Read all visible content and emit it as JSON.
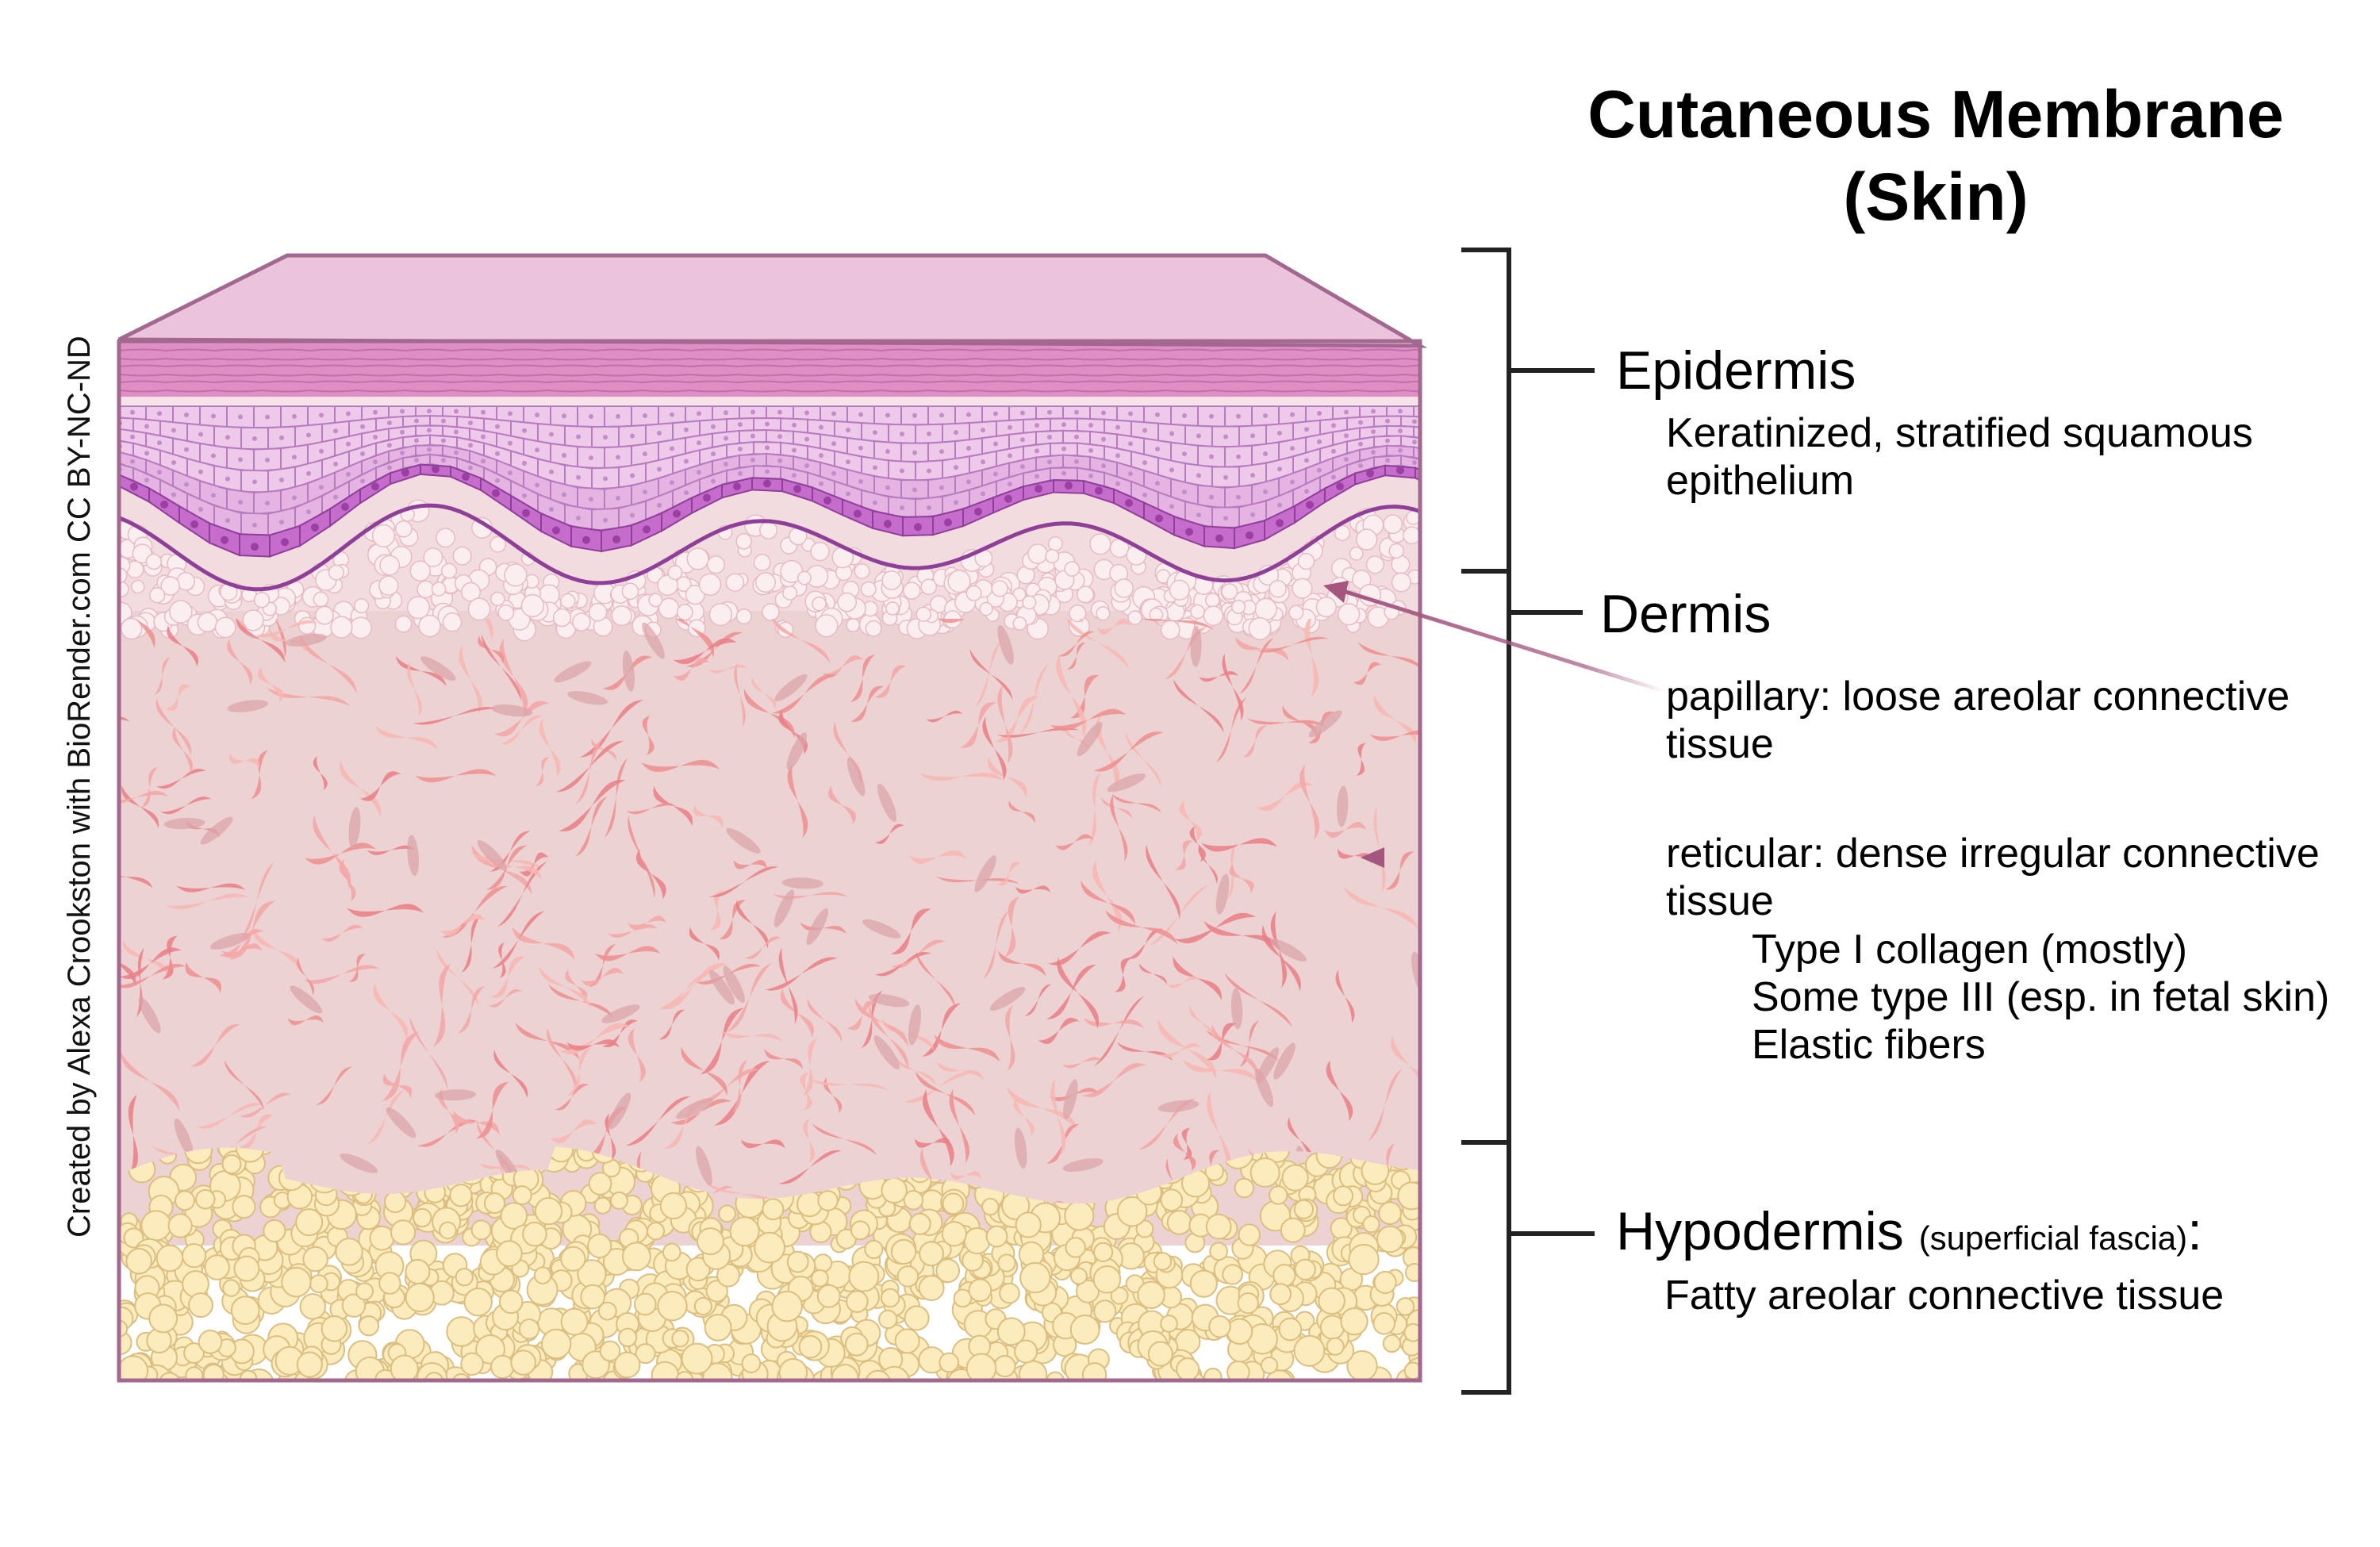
{
  "title": {
    "line1": "Cutaneous Membrane",
    "line2": "(Skin)"
  },
  "credit": "Created by Alexa Crookston with BioRender.com CC BY-NC-ND",
  "epidermis": {
    "name": "Epidermis",
    "description_line1": "Keratinized, stratified squamous",
    "description_line2": "epithelium"
  },
  "dermis": {
    "name": "Dermis",
    "papillary_line1": "papillary: loose areolar connective",
    "papillary_line2": "tissue",
    "reticular_line1": "reticular: dense irregular connective",
    "reticular_line2": "tissue",
    "reticular_items": [
      "Type I collagen (mostly)",
      "Some type III (esp. in fetal skin)",
      "Elastic fibers"
    ]
  },
  "hypodermis": {
    "name": "Hypodermis",
    "note": "(superficial fascia)",
    "suffix": ":",
    "description": "Fatty areolar connective tissue"
  },
  "colors": {
    "block_outline": "#a2688f",
    "stratum_corneum": "#e08fc5",
    "basal_layer": "#c068c4",
    "papillary": "#f3dcdf",
    "reticular": "#ecd2d2",
    "collagen": "#ee8f8f",
    "fat": "#fbebbd",
    "fat_outline": "#dcbf80",
    "arrow": "#a4567f",
    "bracket": "#222222"
  }
}
